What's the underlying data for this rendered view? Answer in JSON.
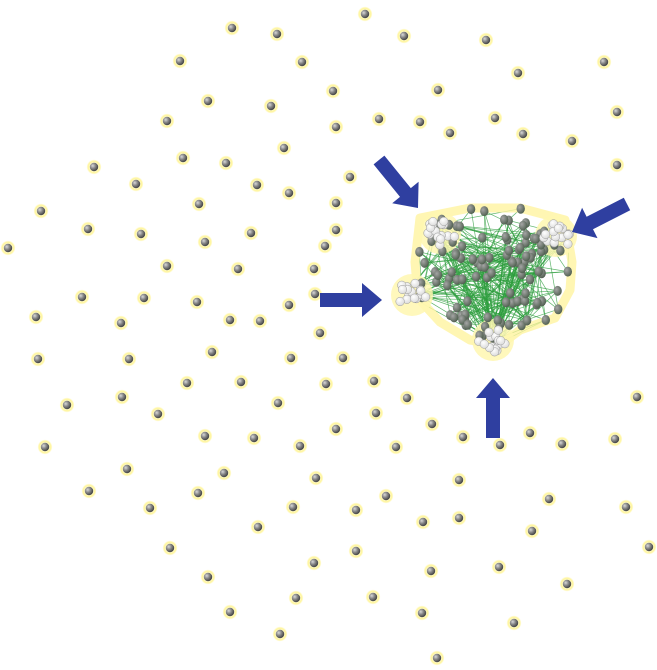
{
  "diagram": {
    "kind": "network-graph",
    "isolated_node_count": 128,
    "cluster_core_node_count": 110,
    "white_subclusters": 4,
    "arrow_count": 4
  },
  "colors": {
    "background": "#ffffff",
    "node_fill": "#7d7d7d",
    "node_halo": "#fff7a0",
    "edge": "#2e9e3e",
    "white_node": "#ffffff",
    "arrow": "#2f3fa0"
  }
}
